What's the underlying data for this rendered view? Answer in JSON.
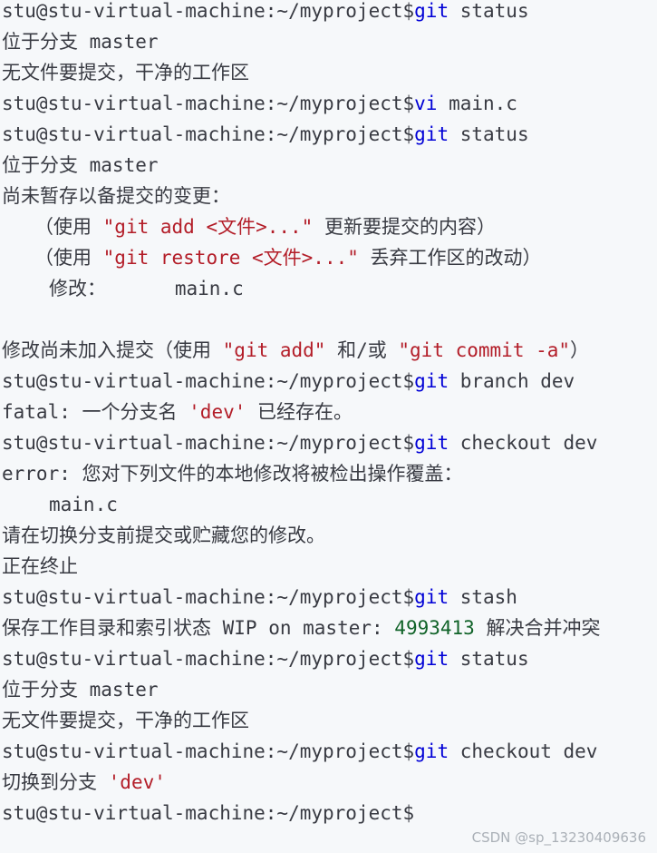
{
  "prompt": "stu@stu-virtual-machine:~/myproject$",
  "lines": [
    {
      "type": "cmd",
      "kw": "git",
      "rest": " status"
    },
    {
      "type": "out",
      "text": "位于分支 master"
    },
    {
      "type": "out",
      "text": "无文件要提交，干净的工作区"
    },
    {
      "type": "cmd",
      "kw": "vi",
      "rest": " main.c"
    },
    {
      "type": "cmd",
      "kw": "git",
      "rest": " status"
    },
    {
      "type": "out",
      "text": "位于分支 master"
    },
    {
      "type": "out",
      "text": "尚未暂存以备提交的变更："
    },
    {
      "type": "hint",
      "pre": "（使用 ",
      "str": "\"git add <文件>...\"",
      "post": " 更新要提交的内容）"
    },
    {
      "type": "hint",
      "pre": "（使用 ",
      "str": "\"git restore <文件>...\"",
      "post": " 丢弃工作区的改动）"
    },
    {
      "type": "mod",
      "text": "修改：      main.c"
    },
    {
      "type": "blank"
    },
    {
      "type": "mixed",
      "pre": "修改尚未加入提交（使用 ",
      "str1": "\"git add\"",
      "mid": " 和/或 ",
      "str2": "\"git commit -a\"",
      "post": "）"
    },
    {
      "type": "cmd",
      "kw": "git",
      "rest": " branch dev"
    },
    {
      "type": "quoted",
      "pre": "fatal: 一个分支名 ",
      "str": "'dev'",
      "post": " 已经存在。"
    },
    {
      "type": "cmd",
      "kw": "git",
      "rest": " checkout dev"
    },
    {
      "type": "out",
      "text": "error: 您对下列文件的本地修改将被检出操作覆盖："
    },
    {
      "type": "file",
      "text": "main.c"
    },
    {
      "type": "out",
      "text": "请在切换分支前提交或贮藏您的修改。"
    },
    {
      "type": "out",
      "text": "正在终止"
    },
    {
      "type": "cmd",
      "kw": "git",
      "rest": " stash"
    },
    {
      "type": "stash",
      "pre": "保存工作目录和索引状态 WIP on master: ",
      "hash": "4993413",
      "post": " 解决合并冲突"
    },
    {
      "type": "cmd",
      "kw": "git",
      "rest": " status"
    },
    {
      "type": "out",
      "text": "位于分支 master"
    },
    {
      "type": "out",
      "text": "无文件要提交，干净的工作区"
    },
    {
      "type": "cmd",
      "kw": "git",
      "rest": " checkout dev"
    },
    {
      "type": "quoted",
      "pre": "切换到分支 ",
      "str": "'dev'",
      "post": ""
    },
    {
      "type": "prompt-only"
    }
  ],
  "watermark": "CSDN @sp_13230409636",
  "colors": {
    "background": "#f6f8fa",
    "text": "#383a42",
    "keyword": "#0000d6",
    "string": "#b31d28",
    "hash": "#116329"
  }
}
